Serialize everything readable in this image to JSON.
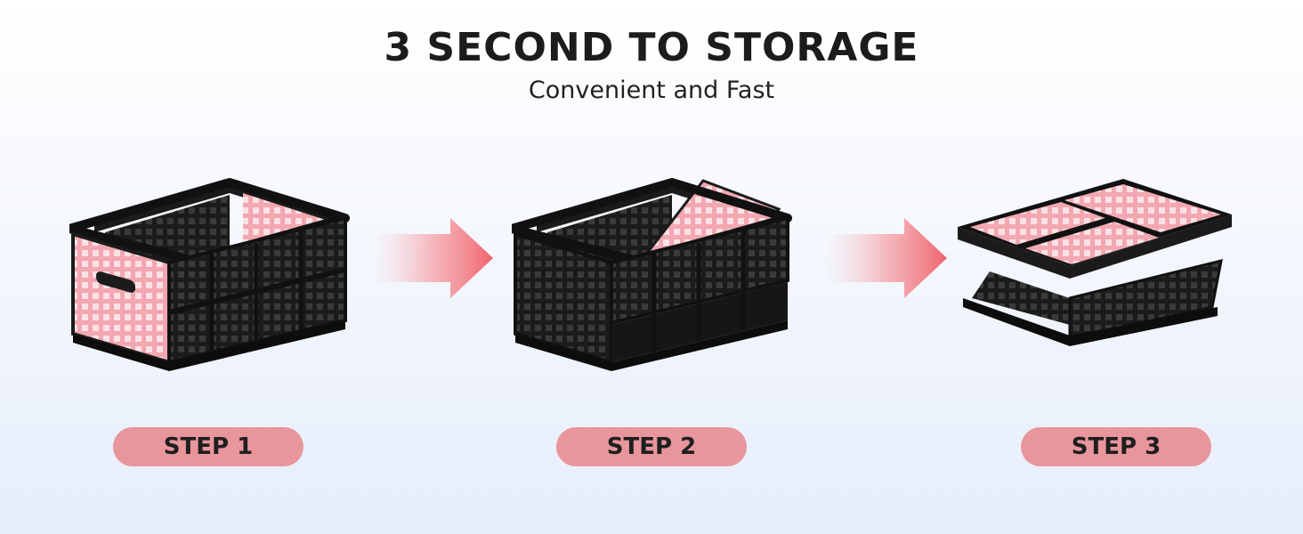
{
  "header": {
    "title": "3 SECOND TO STORAGE",
    "subtitle": "Convenient and Fast"
  },
  "steps": [
    {
      "label": "STEP 1"
    },
    {
      "label": "STEP 2"
    },
    {
      "label": "STEP 3"
    }
  ],
  "colors": {
    "pill": "#e8959c",
    "crate_black": "#1b1b1b",
    "crate_pink": "#f2a7b1",
    "arrow": "#f06a72"
  }
}
